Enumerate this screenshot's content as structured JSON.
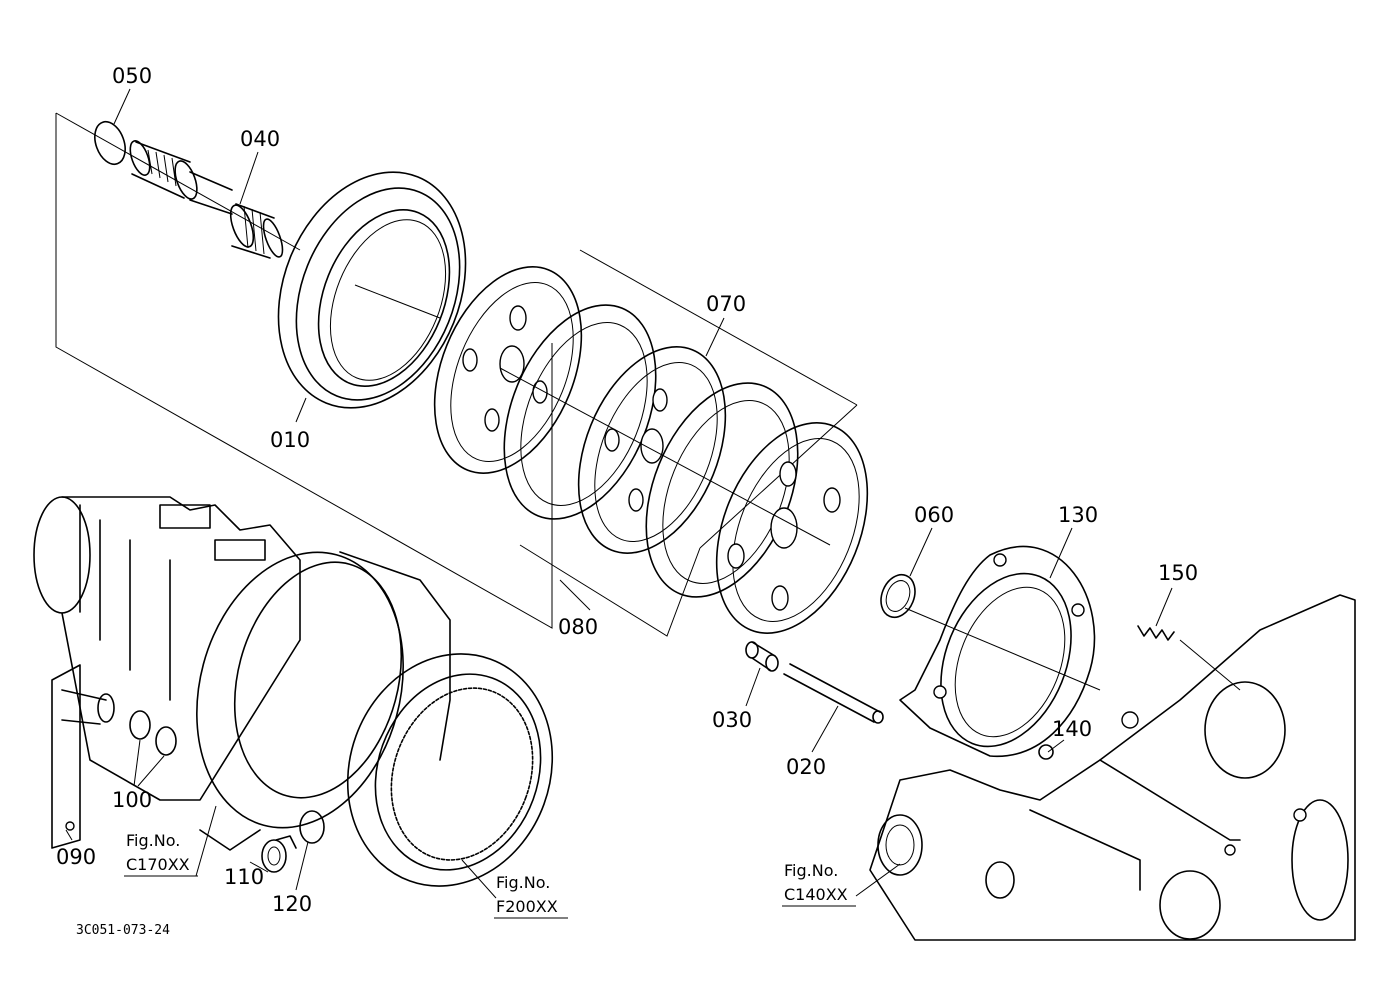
{
  "parts": [
    {
      "id": "p010",
      "label": "010"
    },
    {
      "id": "p020",
      "label": "020"
    },
    {
      "id": "p030",
      "label": "030"
    },
    {
      "id": "p040",
      "label": "040"
    },
    {
      "id": "p050",
      "label": "050"
    },
    {
      "id": "p060",
      "label": "060"
    },
    {
      "id": "p070",
      "label": "070"
    },
    {
      "id": "p080",
      "label": "080"
    },
    {
      "id": "p090",
      "label": "090"
    },
    {
      "id": "p100",
      "label": "100"
    },
    {
      "id": "p110",
      "label": "110"
    },
    {
      "id": "p120",
      "label": "120"
    },
    {
      "id": "p130",
      "label": "130"
    },
    {
      "id": "p140",
      "label": "140"
    },
    {
      "id": "p150",
      "label": "150"
    }
  ],
  "figure_refs": [
    {
      "line1": "Fig.No.",
      "line2": "C170XX"
    },
    {
      "line1": "Fig.No.",
      "line2": "F200XX"
    },
    {
      "line1": "Fig.No.",
      "line2": "C140XX"
    }
  ],
  "drawing_code": "3C051-073-24"
}
